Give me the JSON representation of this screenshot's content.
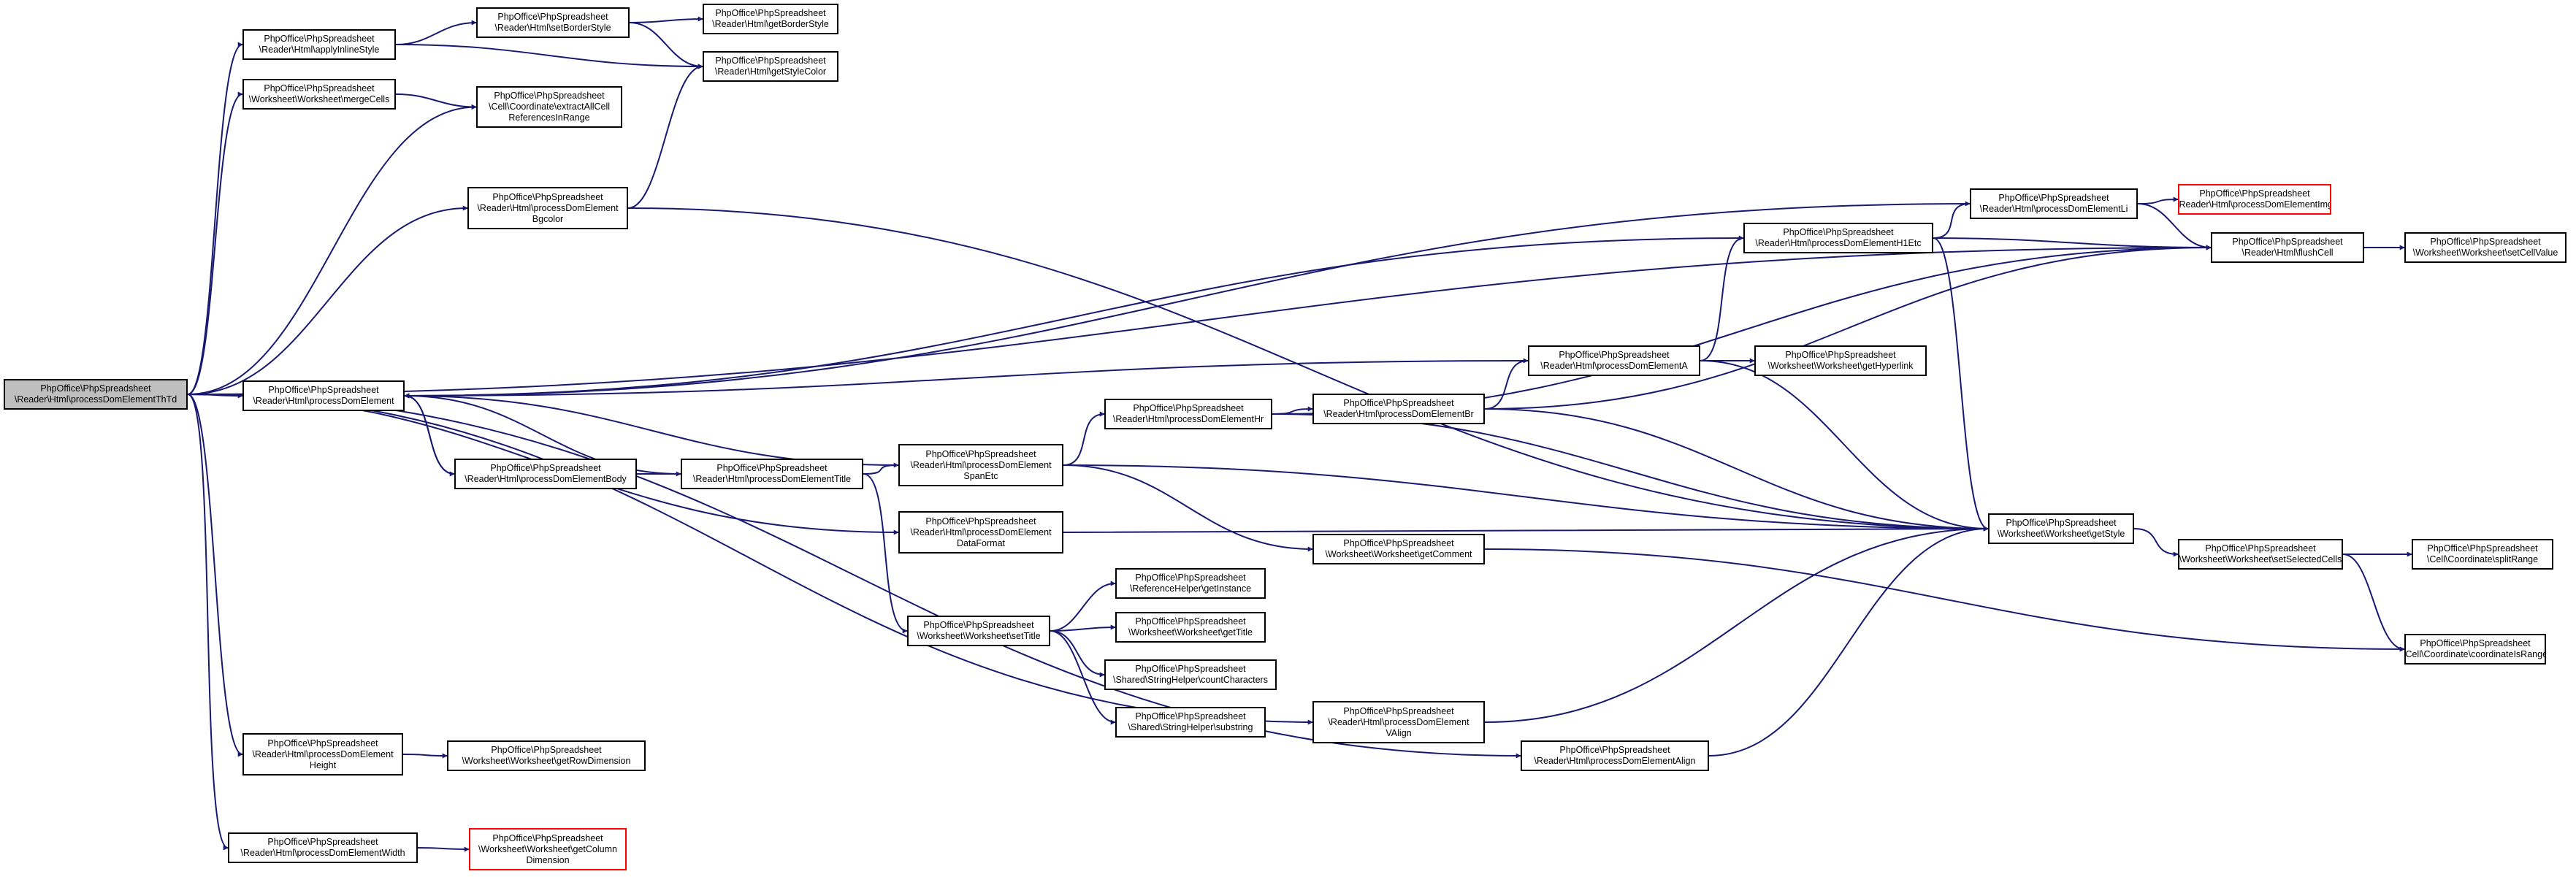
{
  "colors": {
    "edge": "#191970",
    "root_fill": "#bfbfbf",
    "border": "#000000",
    "missing_border": "#ff0000"
  },
  "nodes": [
    {
      "id": "n0",
      "lines": [
        "PhpOffice\\PhpSpreadsheet",
        "\\Reader\\Html\\processDomElementThTd"
      ],
      "root": true
    },
    {
      "id": "n1",
      "lines": [
        "PhpOffice\\PhpSpreadsheet",
        "\\Reader\\Html\\applyInlineStyle"
      ]
    },
    {
      "id": "n2",
      "lines": [
        "PhpOffice\\PhpSpreadsheet",
        "\\Reader\\Html\\setBorderStyle"
      ]
    },
    {
      "id": "n3",
      "lines": [
        "PhpOffice\\PhpSpreadsheet",
        "\\Reader\\Html\\getBorderStyle"
      ]
    },
    {
      "id": "n4",
      "lines": [
        "PhpOffice\\PhpSpreadsheet",
        "\\Reader\\Html\\getStyleColor"
      ]
    },
    {
      "id": "n5",
      "lines": [
        "PhpOffice\\PhpSpreadsheet",
        "\\Worksheet\\Worksheet\\mergeCells"
      ]
    },
    {
      "id": "n6",
      "lines": [
        "PhpOffice\\PhpSpreadsheet",
        "\\Cell\\Coordinate\\extractAllCell",
        "ReferencesInRange"
      ]
    },
    {
      "id": "n7",
      "lines": [
        "PhpOffice\\PhpSpreadsheet",
        "\\Reader\\Html\\processDomElement",
        "Bgcolor"
      ]
    },
    {
      "id": "n8",
      "lines": [
        "PhpOffice\\PhpSpreadsheet",
        "\\Reader\\Html\\processDomElementLi"
      ]
    },
    {
      "id": "n9",
      "lines": [
        "PhpOffice\\PhpSpreadsheet",
        "\\Reader\\Html\\processDomElementImg"
      ],
      "red": true
    },
    {
      "id": "n10",
      "lines": [
        "PhpOffice\\PhpSpreadsheet",
        "\\Reader\\Html\\processDomElementH1Etc"
      ]
    },
    {
      "id": "n11",
      "lines": [
        "PhpOffice\\PhpSpreadsheet",
        "\\Reader\\Html\\flushCell"
      ]
    },
    {
      "id": "n12",
      "lines": [
        "PhpOffice\\PhpSpreadsheet",
        "\\Worksheet\\Worksheet\\setCellValue"
      ]
    },
    {
      "id": "n13",
      "lines": [
        "PhpOffice\\PhpSpreadsheet",
        "\\Reader\\Html\\processDomElementA"
      ]
    },
    {
      "id": "n14",
      "lines": [
        "PhpOffice\\PhpSpreadsheet",
        "\\Worksheet\\Worksheet\\getHyperlink"
      ]
    },
    {
      "id": "n15",
      "lines": [
        "PhpOffice\\PhpSpreadsheet",
        "\\Reader\\Html\\processDomElement"
      ]
    },
    {
      "id": "n16",
      "lines": [
        "PhpOffice\\PhpSpreadsheet",
        "\\Reader\\Html\\processDomElementHr"
      ]
    },
    {
      "id": "n17",
      "lines": [
        "PhpOffice\\PhpSpreadsheet",
        "\\Reader\\Html\\processDomElementBr"
      ]
    },
    {
      "id": "n18",
      "lines": [
        "PhpOffice\\PhpSpreadsheet",
        "\\Reader\\Html\\processDomElement",
        "SpanEtc"
      ]
    },
    {
      "id": "n19",
      "lines": [
        "PhpOffice\\PhpSpreadsheet",
        "\\Reader\\Html\\processDomElementBody"
      ]
    },
    {
      "id": "n20",
      "lines": [
        "PhpOffice\\PhpSpreadsheet",
        "\\Reader\\Html\\processDomElementTitle"
      ]
    },
    {
      "id": "n21",
      "lines": [
        "PhpOffice\\PhpSpreadsheet",
        "\\Worksheet\\Worksheet\\getStyle"
      ]
    },
    {
      "id": "n22",
      "lines": [
        "PhpOffice\\PhpSpreadsheet",
        "\\Reader\\Html\\processDomElement",
        "DataFormat"
      ]
    },
    {
      "id": "n23",
      "lines": [
        "PhpOffice\\PhpSpreadsheet",
        "\\Worksheet\\Worksheet\\getComment"
      ]
    },
    {
      "id": "n24",
      "lines": [
        "PhpOffice\\PhpSpreadsheet",
        "\\Worksheet\\Worksheet\\setSelectedCells"
      ]
    },
    {
      "id": "n25",
      "lines": [
        "PhpOffice\\PhpSpreadsheet",
        "\\Cell\\Coordinate\\splitRange"
      ]
    },
    {
      "id": "n26",
      "lines": [
        "PhpOffice\\PhpSpreadsheet",
        "\\Cell\\Coordinate\\coordinateIsRange"
      ]
    },
    {
      "id": "n27",
      "lines": [
        "PhpOffice\\PhpSpreadsheet",
        "\\ReferenceHelper\\getInstance"
      ]
    },
    {
      "id": "n28",
      "lines": [
        "PhpOffice\\PhpSpreadsheet",
        "\\Worksheet\\Worksheet\\setTitle"
      ]
    },
    {
      "id": "n29",
      "lines": [
        "PhpOffice\\PhpSpreadsheet",
        "\\Worksheet\\Worksheet\\getTitle"
      ]
    },
    {
      "id": "n30",
      "lines": [
        "PhpOffice\\PhpSpreadsheet",
        "\\Shared\\StringHelper\\countCharacters"
      ]
    },
    {
      "id": "n31",
      "lines": [
        "PhpOffice\\PhpSpreadsheet",
        "\\Shared\\StringHelper\\substring"
      ]
    },
    {
      "id": "n32",
      "lines": [
        "PhpOffice\\PhpSpreadsheet",
        "\\Reader\\Html\\processDomElement",
        "VAlign"
      ]
    },
    {
      "id": "n33",
      "lines": [
        "PhpOffice\\PhpSpreadsheet",
        "\\Reader\\Html\\processDomElementAlign"
      ]
    },
    {
      "id": "n34",
      "lines": [
        "PhpOffice\\PhpSpreadsheet",
        "\\Reader\\Html\\processDomElement",
        "Height"
      ]
    },
    {
      "id": "n35",
      "lines": [
        "PhpOffice\\PhpSpreadsheet",
        "\\Worksheet\\Worksheet\\getRowDimension"
      ]
    },
    {
      "id": "n36",
      "lines": [
        "PhpOffice\\PhpSpreadsheet",
        "\\Reader\\Html\\processDomElementWidth"
      ]
    },
    {
      "id": "n37",
      "lines": [
        "PhpOffice\\PhpSpreadsheet",
        "\\Worksheet\\Worksheet\\getColumn",
        "Dimension"
      ],
      "red": true
    }
  ],
  "edges": [
    [
      "n0",
      "n1"
    ],
    [
      "n1",
      "n2"
    ],
    [
      "n2",
      "n3"
    ],
    [
      "n2",
      "n4"
    ],
    [
      "n1",
      "n4"
    ],
    [
      "n0",
      "n5"
    ],
    [
      "n5",
      "n6"
    ],
    [
      "n0",
      "n6"
    ],
    [
      "n0",
      "n7"
    ],
    [
      "n7",
      "n4"
    ],
    [
      "n7",
      "n21"
    ],
    [
      "n0",
      "n11"
    ],
    [
      "n11",
      "n12"
    ],
    [
      "n8",
      "n9"
    ],
    [
      "n8",
      "n11"
    ],
    [
      "n8",
      "n15"
    ],
    [
      "n10",
      "n8"
    ],
    [
      "n10",
      "n11"
    ],
    [
      "n10",
      "n15"
    ],
    [
      "n10",
      "n21"
    ],
    [
      "n13",
      "n10"
    ],
    [
      "n13",
      "n14"
    ],
    [
      "n13",
      "n15"
    ],
    [
      "n13",
      "n21"
    ],
    [
      "n0",
      "n15"
    ],
    [
      "n15",
      "n19"
    ],
    [
      "n19",
      "n15"
    ],
    [
      "n19",
      "n20"
    ],
    [
      "n20",
      "n15"
    ],
    [
      "n20",
      "n18"
    ],
    [
      "n20",
      "n28"
    ],
    [
      "n18",
      "n15"
    ],
    [
      "n18",
      "n16"
    ],
    [
      "n18",
      "n23"
    ],
    [
      "n18",
      "n21"
    ],
    [
      "n16",
      "n17"
    ],
    [
      "n16",
      "n11"
    ],
    [
      "n16",
      "n21"
    ],
    [
      "n17",
      "n13"
    ],
    [
      "n17",
      "n11"
    ],
    [
      "n17",
      "n21"
    ],
    [
      "n0",
      "n22"
    ],
    [
      "n22",
      "n21"
    ],
    [
      "n21",
      "n24"
    ],
    [
      "n24",
      "n25"
    ],
    [
      "n24",
      "n26"
    ],
    [
      "n23",
      "n26"
    ],
    [
      "n28",
      "n27"
    ],
    [
      "n28",
      "n29"
    ],
    [
      "n28",
      "n30"
    ],
    [
      "n28",
      "n31"
    ],
    [
      "n0",
      "n32"
    ],
    [
      "n32",
      "n21"
    ],
    [
      "n0",
      "n33"
    ],
    [
      "n33",
      "n21"
    ],
    [
      "n0",
      "n34"
    ],
    [
      "n34",
      "n35"
    ],
    [
      "n0",
      "n36"
    ],
    [
      "n36",
      "n37"
    ]
  ]
}
